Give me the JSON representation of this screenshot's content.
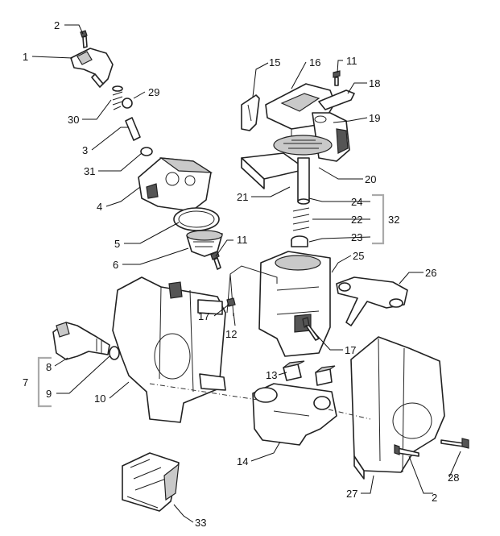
{
  "callouts": [
    "1",
    "2",
    "2",
    "3",
    "4",
    "5",
    "6",
    "7",
    "8",
    "9",
    "10",
    "11",
    "11",
    "12",
    "13",
    "14",
    "15",
    "16",
    "17",
    "17",
    "18",
    "19",
    "20",
    "21",
    "22",
    "23",
    "24",
    "25",
    "26",
    "27",
    "28",
    "29",
    "30",
    "31",
    "32",
    "33"
  ]
}
